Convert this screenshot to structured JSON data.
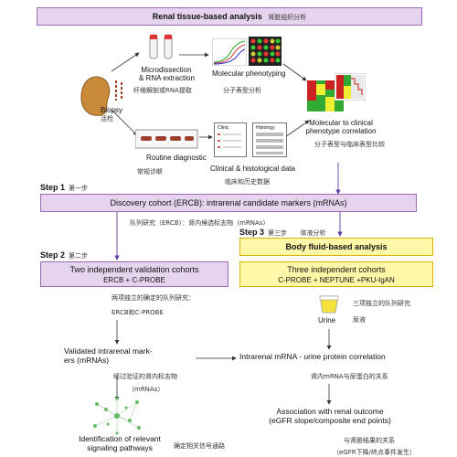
{
  "top": {
    "title": "Renal tissue-based analysis",
    "title_cn": "肾脏组织分析"
  },
  "biopsy": {
    "label": "Biopsy",
    "label_cn": "活检"
  },
  "micro": {
    "label": "Microdissection\n& RNA extraction",
    "label_cn": "纤维解剖或RNA提取"
  },
  "molecular": {
    "label": "Molecular phenotyping",
    "label_cn": "分子表型分析"
  },
  "correlation": {
    "label": "Molecular to clinical\nphenotype correlation",
    "label_cn": "分子表型与临床表型比较"
  },
  "routine": {
    "label": "Routine diagnostic",
    "label_cn": "常规诊断"
  },
  "clinical": {
    "label": "Clinical & histological data",
    "label_cn": "临床和历史数据",
    "doc1_title": "Clinic",
    "doc2_title": "Histology"
  },
  "step1": {
    "label": "Step 1",
    "label_cn": "第一步",
    "box_text": "Discovery cohort (ERCB): intrarenal candidate markers (mRNAs)",
    "below_cn": "队列研究（ERCB）：肾内候选标志物（mRNAs）"
  },
  "step2": {
    "label": "Step 2",
    "label_cn": "第二步",
    "box_line1": "Two independent validation cohorts",
    "box_line2": "ERCB + C-PROBE",
    "below_cn1": "两项独立的确定的队列研究：",
    "below_cn2": "ERCB和C-PROBE"
  },
  "step3": {
    "label": "Step 3",
    "label_cn": "第三步",
    "side_cn": "体液分析",
    "header": "Body fluid-based analysis",
    "box_line1": "Three independent cohorts",
    "box_line2": "C-PROBE + NEPTUNE +PKU-IgAN",
    "right_cn": "三项独立的队列研究",
    "urine": "Urine",
    "urine_cn": "尿液"
  },
  "validated": {
    "label": "Validated intrarenal mark-\ners (mRNAs)",
    "label_cn1": "经过验证的肾内标志物",
    "label_cn2": "（mRNAs）"
  },
  "correlation2": {
    "label": "Intrarenal mRNA - urine protein correlation",
    "label_cn": "肾内mRNA与尿蛋白的关系"
  },
  "identification": {
    "label": "Identification of relevant\nsignaling pathways",
    "label_cn": "确定相关信号通路"
  },
  "association": {
    "label": "Association with renal outcome\n(eGFR slope/composite end points)",
    "label_cn": "与肾脏结果的关系",
    "label_cn2": "（eGFR下降/终点事件发生）"
  },
  "colors": {
    "purple_fill": "#e6d3ee",
    "purple_border": "#9b6bb2",
    "yellow_fill": "#fff8a8",
    "yellow_border": "#d9b300",
    "arrow": "#5b3aa0"
  }
}
